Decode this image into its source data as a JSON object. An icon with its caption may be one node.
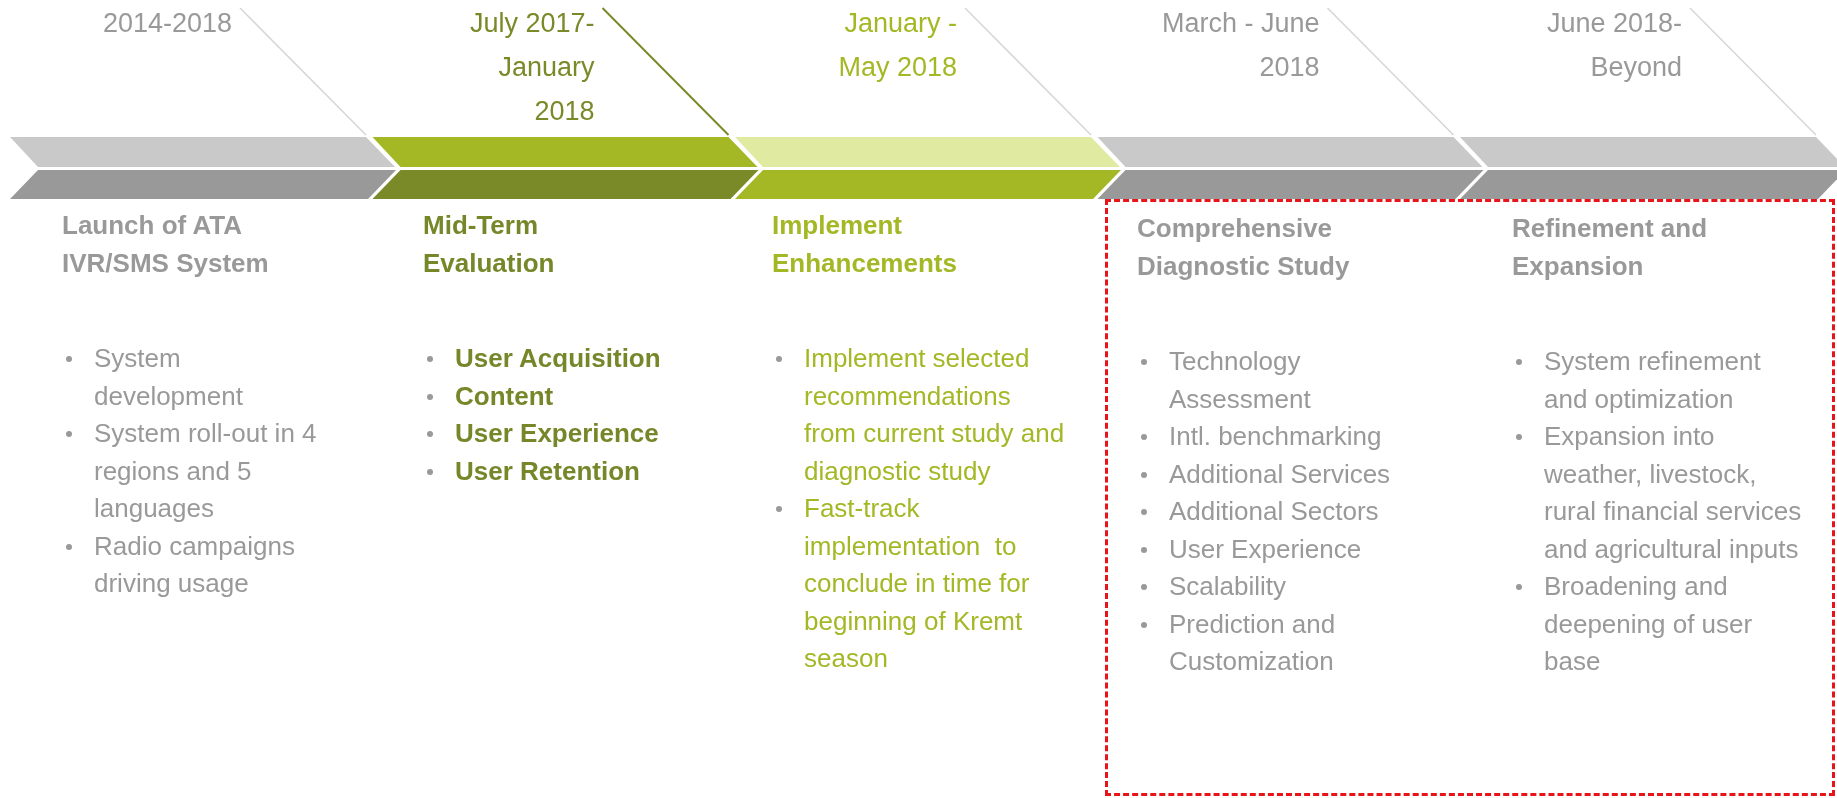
{
  "diagram": {
    "nodes": [
      {
        "text": [
          "Launch of ATA IVR/SMS System",
          "System development",
          "System roll-out in 4 regions and 5 languages",
          "Radio campaigns driving usage"
        ]
      },
      {
        "text": [
          "Mid-Term Evaluation",
          "User Acquisition",
          "Content",
          "User Experience",
          "User Retention"
        ]
      },
      {
        "text": [
          "Implement Enhancements",
          "Implement selected recommendations from current study and diagnostic study",
          "Fast-track implementation  to conclude in time for beginning of Kremt season"
        ]
      },
      {
        "text": [],
        "shape": "box"
      },
      {
        "text": [
          "Comprehensive Diagnostic Study",
          "Technology Assessment",
          "Intl. benchmarking",
          "Additional Services",
          "Additional Sectors",
          "User Experience",
          "Scalability",
          "Prediction and Customization"
        ],
        "in": 3
      },
      {
        "text": [
          "Refinement and Expansion",
          "System refinement and optimization",
          "Expansion into weather, livestock, rural financial services and agricultural inputs",
          "Broadening and deepening of user base"
        ],
        "in": 3
      }
    ],
    "edges": [],
    "labels": [
      "2014-2018",
      "July 2017- January 2018",
      "January - May  2018",
      "March - June 2018",
      "June 2018- Beyond"
    ]
  }
}
